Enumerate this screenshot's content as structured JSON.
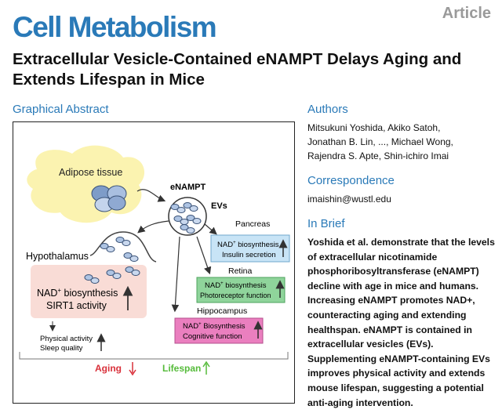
{
  "header": {
    "journal": "Cell Metabolism",
    "article_type": "Article",
    "title": "Extracellular Vesicle-Contained eNAMPT Delays Aging and Extends Lifespan in Mice"
  },
  "graphical_abstract": {
    "heading": "Graphical Abstract",
    "adipose_label": "Adipose tissue",
    "enampt_label": "eNAMPT",
    "evs_label": "EVs",
    "hypothalamus_label": "Hypothalamus",
    "hypo_nad_prefix": "NAD",
    "hypo_nad_suffix": " biosynthesis",
    "hypo_sirt1": "SIRT1 activity",
    "pancreas_label": "Pancreas",
    "pancreas_line1_suffix": " biosynthesis",
    "pancreas_line2": "Insulin secretion",
    "retina_label": "Retina",
    "retina_line1_suffix": " biosynthesis",
    "retina_line2": "Photoreceptor function",
    "hippocampus_label": "Hippocampus",
    "hippo_line1_suffix": " Biosynthesis",
    "hippo_line2": "Cognitive function",
    "plus_sign": "+",
    "outcome_line1": "Physical activity",
    "outcome_line2": "Sleep quality",
    "aging_label": "Aging",
    "lifespan_label": "Lifespan",
    "colors": {
      "adipose": "#fbf3b0",
      "hypothalamus_box": "#f9dcd6",
      "pancreas_box": "#c8e4f6",
      "retina_box": "#8fd49b",
      "hippocampus_box": "#ea7fbf",
      "aging": "#d9303a",
      "lifespan": "#55bb3a"
    }
  },
  "authors": {
    "heading": "Authors",
    "line1": "Mitsukuni Yoshida, Akiko Satoh,",
    "line2": "Jonathan B. Lin, ..., Michael Wong,",
    "line3": "Rajendra S. Apte, Shin-ichiro Imai"
  },
  "correspondence": {
    "heading": "Correspondence",
    "email": "imaishin@wustl.edu"
  },
  "in_brief": {
    "heading": "In Brief",
    "lines": [
      "Yoshida et al. demonstrate that the levels",
      "of extracellular nicotinamide",
      "phosphoribosyltransferase (eNAMPT)",
      "decline with age in mice and humans.",
      "Increasing eNAMPT promotes NAD+,",
      "counteracting aging and extending",
      "healthspan. eNAMPT is contained in",
      "extracellular vesicles (EVs).",
      "Supplementing eNAMPT-containing EVs",
      "improves physical activity and extends",
      "mouse lifespan, suggesting a potential",
      "anti-aging intervention."
    ]
  }
}
